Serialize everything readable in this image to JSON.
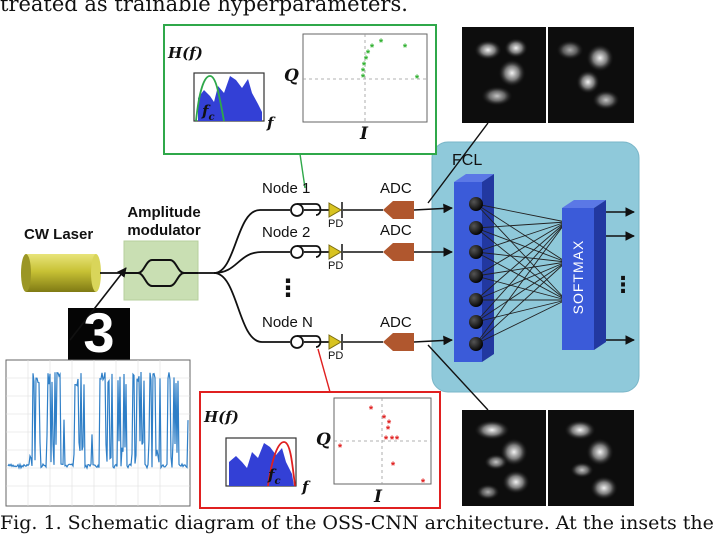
{
  "header_text": "treated as trainable hyperparameters.",
  "caption": "Fig. 1. Schematic diagram of the OSS-CNN architecture. At the insets the",
  "source": {
    "label": "CW Laser"
  },
  "modulator": {
    "label_line1": "Amplitude",
    "label_line2": "modulator"
  },
  "digit": {
    "value": "3"
  },
  "nodes": [
    {
      "label": "Node 1",
      "pd": "PD",
      "adc": "ADC"
    },
    {
      "label": "Node 2",
      "pd": "PD",
      "adc": "ADC"
    },
    {
      "label": "Node N",
      "pd": "PD",
      "adc": "ADC"
    }
  ],
  "ellipsis": "⋮",
  "network": {
    "fcl_label": "FCL",
    "softmax_label": "SOFTMAX",
    "softmax_ellipsis": "⋮"
  },
  "inset_top": {
    "y_label": "H(f)",
    "x_label": "f",
    "cutoff_label": "f",
    "cutoff_sub": "c",
    "axis_q": "Q",
    "axis_i": "I"
  },
  "inset_bottom": {
    "y_label": "H(f)",
    "x_label": "f",
    "cutoff_label": "f",
    "cutoff_sub": "c",
    "axis_q": "Q",
    "axis_i": "I"
  },
  "colors": {
    "laser": "#c8c235",
    "modulator_box": "#c9dfb3",
    "inset_top_border": "#2fa84a",
    "inset_bottom_border": "#e02020",
    "network_bg": "#8fc9da",
    "fcl": "#3b5bd9",
    "spectrum": "#3340d6",
    "pd_triangle": "#d8c320",
    "adc": "#b0572e",
    "signal": "#2f7fc7",
    "scatter_top": "#2fb02f",
    "scatter_bottom": "#e02020"
  }
}
